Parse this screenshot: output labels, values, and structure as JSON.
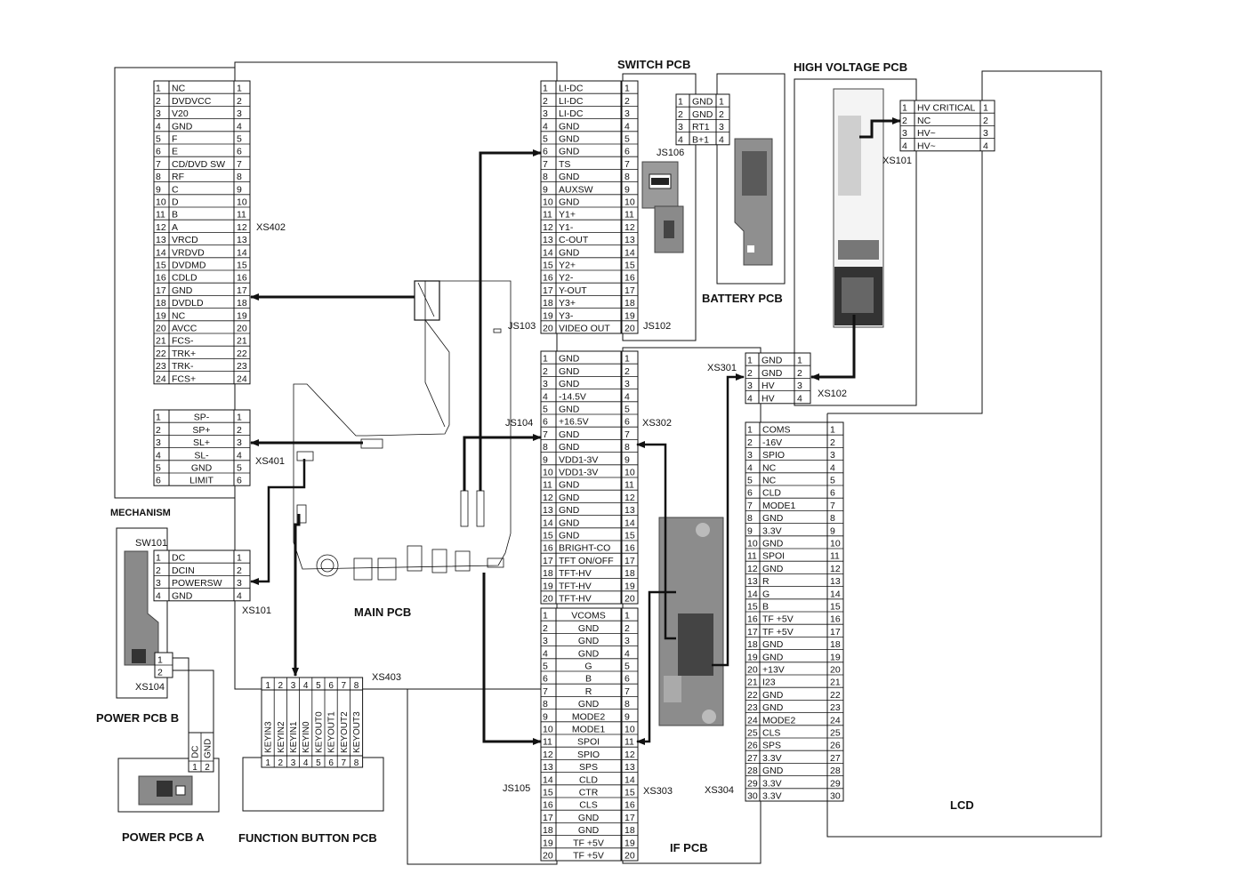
{
  "labels": {
    "switch_pcb": "SWITCH PCB",
    "high_voltage_pcb": "HIGH VOLTAGE PCB",
    "battery_pcb": "BATTERY PCB",
    "mechanism": "MECHANISM",
    "main_pcb": "MAIN PCB",
    "power_pcb_b": "POWER PCB B",
    "power_pcb_a": "POWER PCB A",
    "function_button_pcb": "FUNCTION BUTTON PCB",
    "if_pcb": "IF PCB",
    "lcd": "LCD"
  },
  "connectors": {
    "xs402": {
      "name": "XS402",
      "pins": [
        "NC",
        "DVDVCC",
        "V20",
        "GND",
        "F",
        "E",
        "CD/DVD SW",
        "RF",
        "C",
        "D",
        "B",
        "A",
        "VRCD",
        "VRDVD",
        "DVDMD",
        "CDLD",
        "GND",
        "DVDLD",
        "NC",
        "AVCC",
        "FCS-",
        "TRK+",
        "TRK-",
        "FCS+"
      ]
    },
    "xs401": {
      "name": "XS401",
      "pins": [
        "SP-",
        "SP+",
        "SL+",
        "SL-",
        "GND",
        "LIMIT"
      ]
    },
    "xs101_power": {
      "name": "XS101",
      "pins": [
        "DC",
        "DCIN",
        "POWERSW",
        "GND"
      ]
    },
    "sw101": {
      "name": "SW101"
    },
    "xs104": {
      "name": "XS104",
      "pins": [
        "",
        ""
      ]
    },
    "power_a_conn": {
      "pins": [
        "DC",
        "GND"
      ]
    },
    "xs403": {
      "name": "XS403",
      "pins": [
        "KEYIN3",
        "KEYIN2",
        "KEYIN1",
        "KEYIN0",
        "KEYOUT0",
        "KEYOUT1",
        "KEYOUT2",
        "KEYOUT3"
      ]
    },
    "js103": {
      "name": "JS103",
      "pins": [
        "LI-DC",
        "LI-DC",
        "LI-DC",
        "GND",
        "GND",
        "GND",
        "TS",
        "GND",
        "AUXSW",
        "GND",
        "Y1+",
        "Y1-",
        "C-OUT",
        "GND",
        "Y2+",
        "Y2-",
        "Y-OUT",
        "Y3+",
        "Y3-",
        "VIDEO OUT"
      ]
    },
    "js102": {
      "name": "JS102"
    },
    "js106": {
      "name": "JS106",
      "pins": [
        "GND",
        "GND",
        "RT1",
        "B+1"
      ]
    },
    "xs101_hv": {
      "name": "XS101",
      "pins": [
        "HV CRITICAL",
        "NC",
        "HV~",
        "HV~"
      ]
    },
    "js104": {
      "name": "JS104",
      "pins": [
        "GND",
        "GND",
        "GND",
        "-14.5V",
        "GND",
        "+16.5V",
        "GND",
        "GND",
        "VDD1-3V",
        "VDD1-3V",
        "GND",
        "GND",
        "GND",
        "GND",
        "GND",
        "BRIGHT-CO",
        "TFT ON/OFF",
        "TFT-HV",
        "TFT-HV",
        "TFT-HV"
      ]
    },
    "xs302": {
      "name": "XS302"
    },
    "xs301": {
      "name": "XS301",
      "pins": [
        "GND",
        "GND",
        "HV",
        "HV"
      ]
    },
    "xs102": {
      "name": "XS102"
    },
    "js105": {
      "name": "JS105",
      "pins": [
        "VCOMS",
        "GND",
        "GND",
        "GND",
        "G",
        "B",
        "R",
        "GND",
        "MODE2",
        "MODE1",
        "SPOI",
        "SPIO",
        "SPS",
        "CLD",
        "CTR",
        "CLS",
        "GND",
        "GND",
        "TF +5V",
        "TF +5V"
      ]
    },
    "xs303": {
      "name": "XS303"
    },
    "xs304": {
      "name": "XS304",
      "pins": [
        "COMS",
        "-16V",
        "SPIO",
        "NC",
        "NC",
        "CLD",
        "MODE1",
        "GND",
        "3.3V",
        "GND",
        "SPOI",
        "GND",
        "R",
        "G",
        "B",
        "TF +5V",
        "TF +5V",
        "GND",
        "GND",
        "+13V",
        "I23",
        "GND",
        "GND",
        "MODE2",
        "CLS",
        "SPS",
        "3.3V",
        "GND",
        "3.3V",
        "3.3V"
      ]
    }
  },
  "colors": {
    "line": "#111111",
    "board_gray": "#8a8a8a",
    "board_dark": "#3a3a3a"
  }
}
